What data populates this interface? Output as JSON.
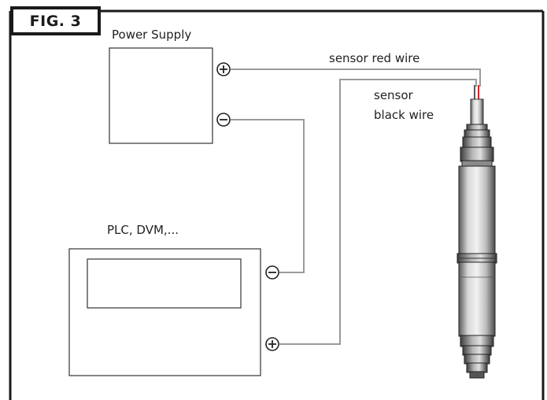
{
  "figure": {
    "label": "FIG. 3"
  },
  "labels": {
    "power_supply": "Power Supply",
    "plc": "PLC, DVM,...",
    "red_wire": "sensor red wire",
    "black_wire_line1": "sensor",
    "black_wire_line2": "black wire"
  },
  "colors": {
    "frame": "#1a1a1a",
    "wire": "#9a9a9a",
    "red_wire_tip": "#d62828",
    "sensor_fill": "#c9c9c9",
    "sensor_shade": "#6e6e6e"
  }
}
